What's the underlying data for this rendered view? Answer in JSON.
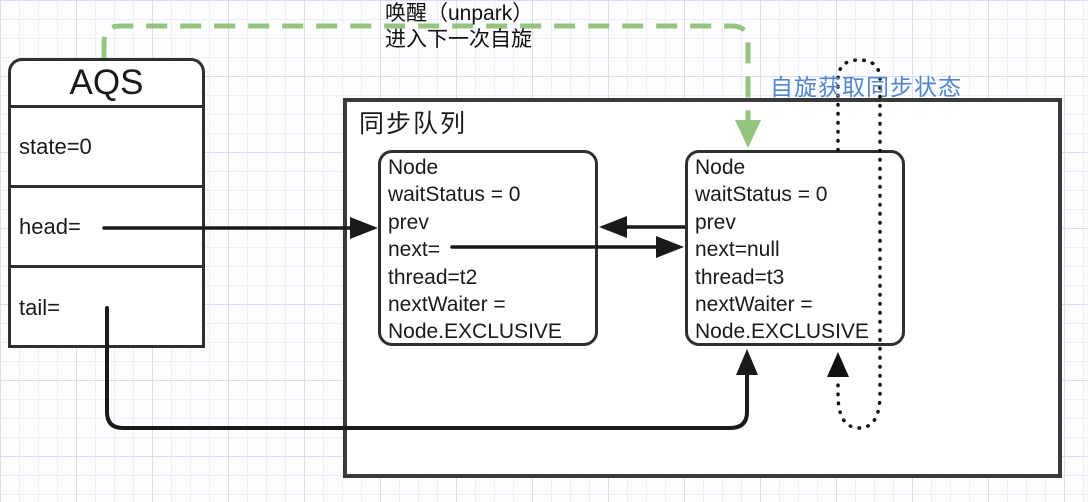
{
  "diagram": {
    "wake_label_line1": "唤醒（unpark）",
    "wake_label_line2": "进入下一次自旋",
    "spin_label": "自旋获取同步状态",
    "colors": {
      "unpark_arrow_green": "#94c47e",
      "spin_label_blue": "#5187c8",
      "line_black": "#1a1a1a",
      "box_border": "#2f2f2f",
      "grid_line": "#d9ddf0"
    }
  },
  "aqs": {
    "title": "AQS",
    "rows": [
      {
        "label": "state=0"
      },
      {
        "label": "head="
      },
      {
        "label": "tail="
      }
    ]
  },
  "sync_queue": {
    "title": "同步队列",
    "nodes": [
      {
        "lines": [
          "Node",
          "waitStatus = 0",
          "prev",
          "next=",
          "thread=t2",
          "nextWaiter =",
          "Node.EXCLUSIVE"
        ]
      },
      {
        "lines": [
          "Node",
          "waitStatus = 0",
          "prev",
          "next=null",
          "thread=t3",
          "nextWaiter =",
          "Node.EXCLUSIVE"
        ]
      }
    ]
  }
}
